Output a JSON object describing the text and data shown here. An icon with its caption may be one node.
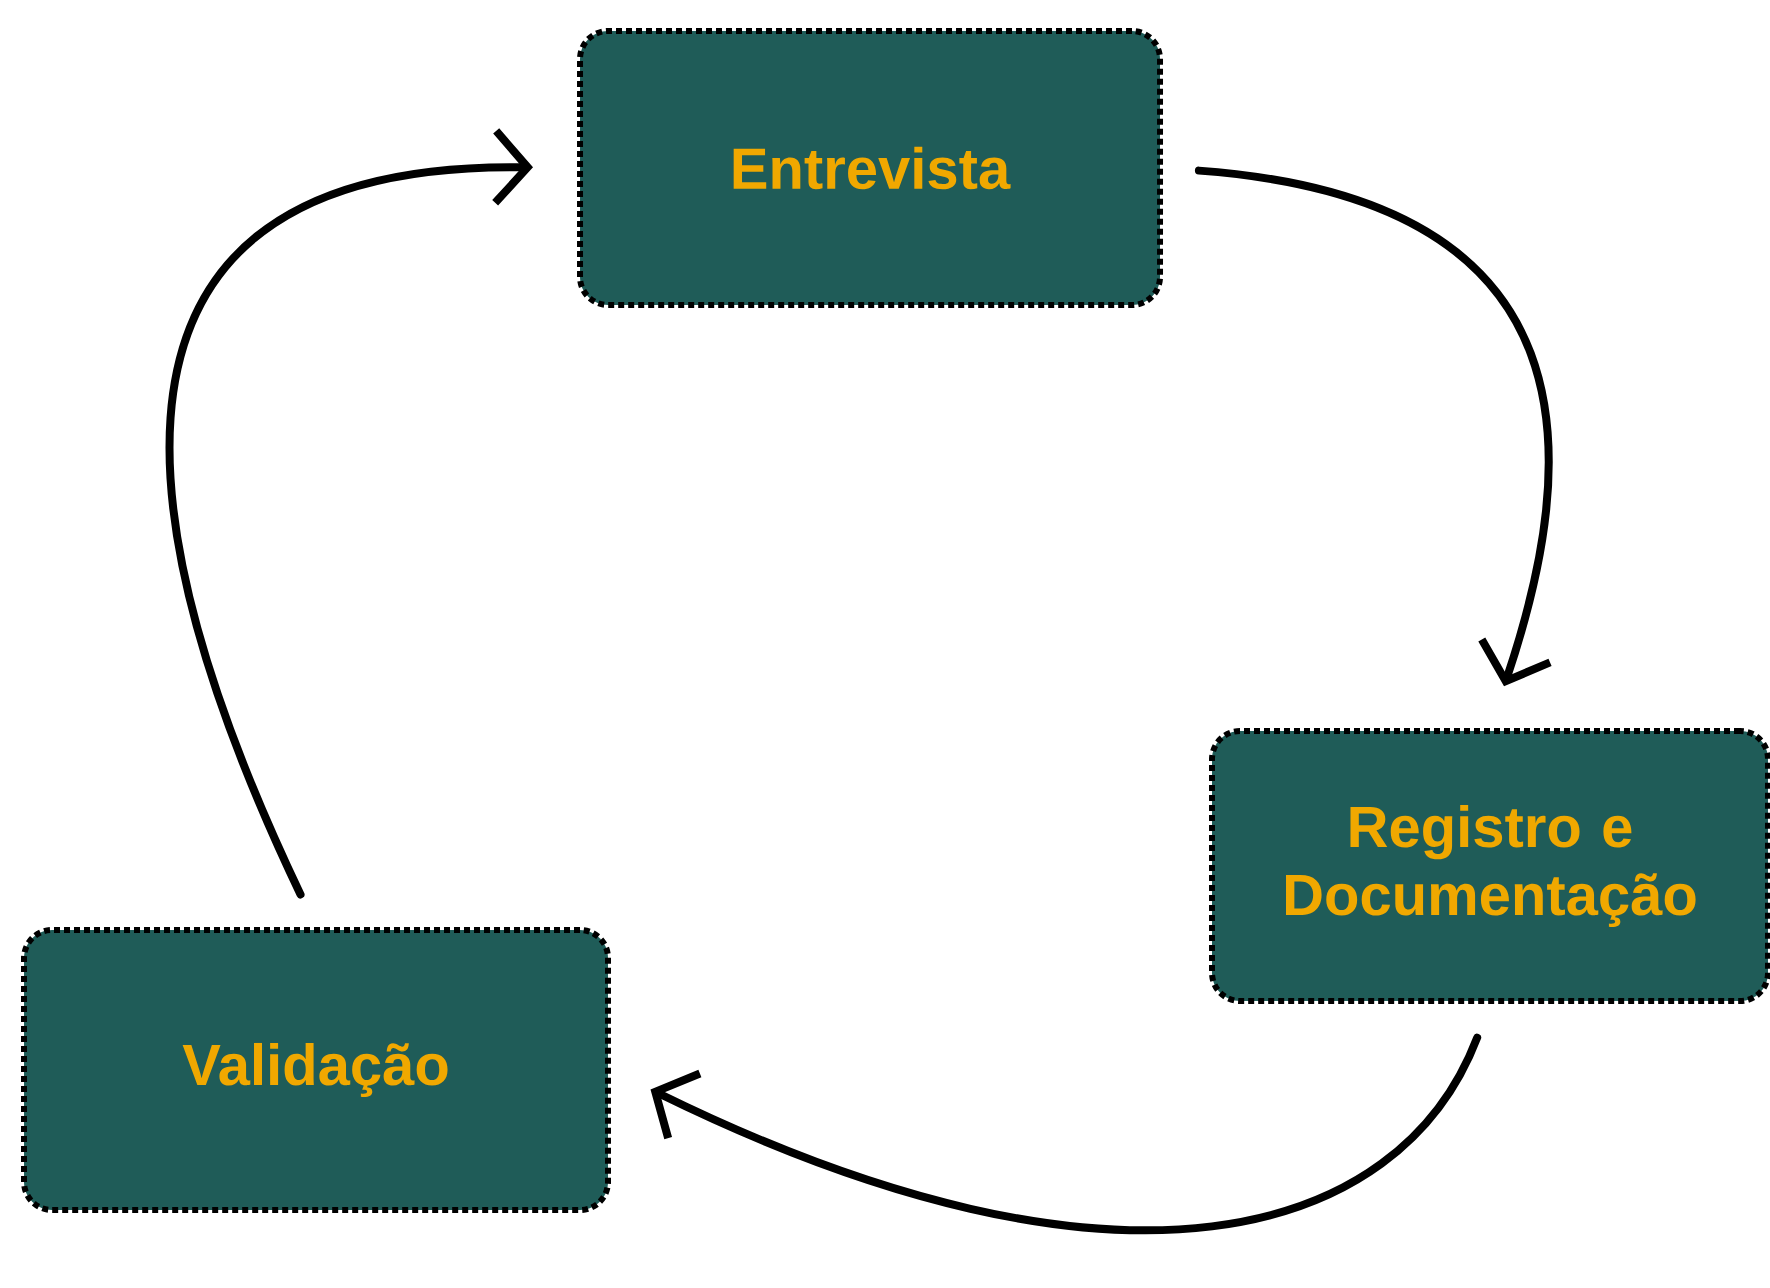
{
  "diagram": {
    "nodes": [
      {
        "text": [
          "Entrevista"
        ]
      },
      {
        "text": [
          "Registro e Documentação"
        ]
      },
      {
        "text": [
          "Validação"
        ]
      }
    ],
    "edges": [
      {
        "from": 0,
        "to": 1,
        "arrow": "to"
      },
      {
        "from": 1,
        "to": 2,
        "arrow": "to"
      },
      {
        "from": 2,
        "to": 0,
        "arrow": "to"
      }
    ]
  }
}
